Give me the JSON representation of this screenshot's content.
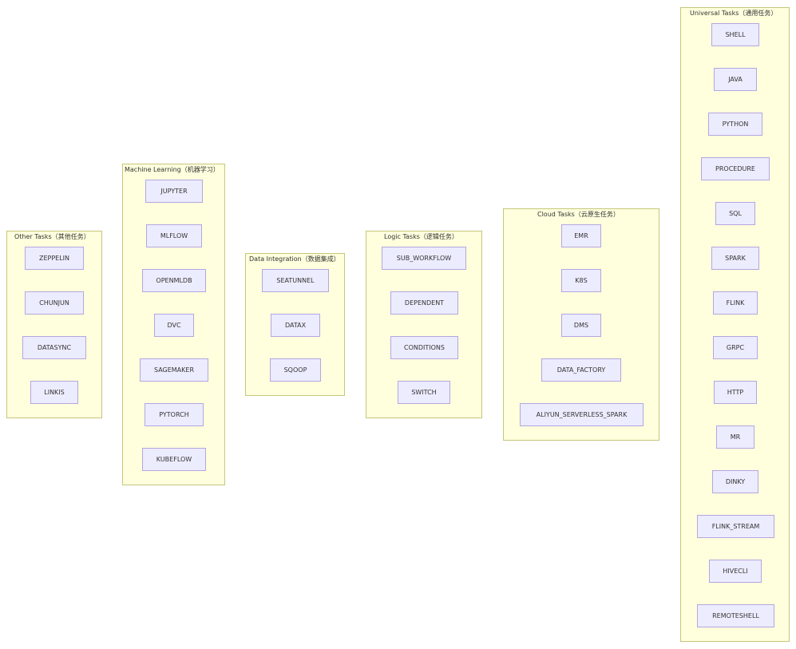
{
  "clusters": {
    "other": {
      "title": "Other Tasks（其他任务）",
      "nodes": [
        "ZEPPELIN",
        "CHUNJUN",
        "DATASYNC",
        "LINKIS"
      ]
    },
    "ml": {
      "title": "Machine Learning（机器学习）",
      "nodes": [
        "JUPYTER",
        "MLFLOW",
        "OPENMLDB",
        "DVC",
        "SAGEMAKER",
        "PYTORCH",
        "KUBEFLOW"
      ]
    },
    "di": {
      "title": "Data Integration（数据集成）",
      "nodes": [
        "SEATUNNEL",
        "DATAX",
        "SQOOP"
      ]
    },
    "logic": {
      "title": "Logic Tasks（逻辑任务）",
      "nodes": [
        "SUB_WORKFLOW",
        "DEPENDENT",
        "CONDITIONS",
        "SWITCH"
      ]
    },
    "cloud": {
      "title": "Cloud Tasks（云原生任务）",
      "nodes": [
        "EMR",
        "K8S",
        "DMS",
        "DATA_FACTORY",
        "ALIYUN_SERVERLESS_SPARK"
      ]
    },
    "universal": {
      "title": "Universal Tasks（通用任务）",
      "nodes": [
        "SHELL",
        "JAVA",
        "PYTHON",
        "PROCEDURE",
        "SQL",
        "SPARK",
        "FLINK",
        "GRPC",
        "HTTP",
        "MR",
        "DINKY",
        "FLINK_STREAM",
        "HIVECLI",
        "REMOTESHELL"
      ]
    }
  }
}
